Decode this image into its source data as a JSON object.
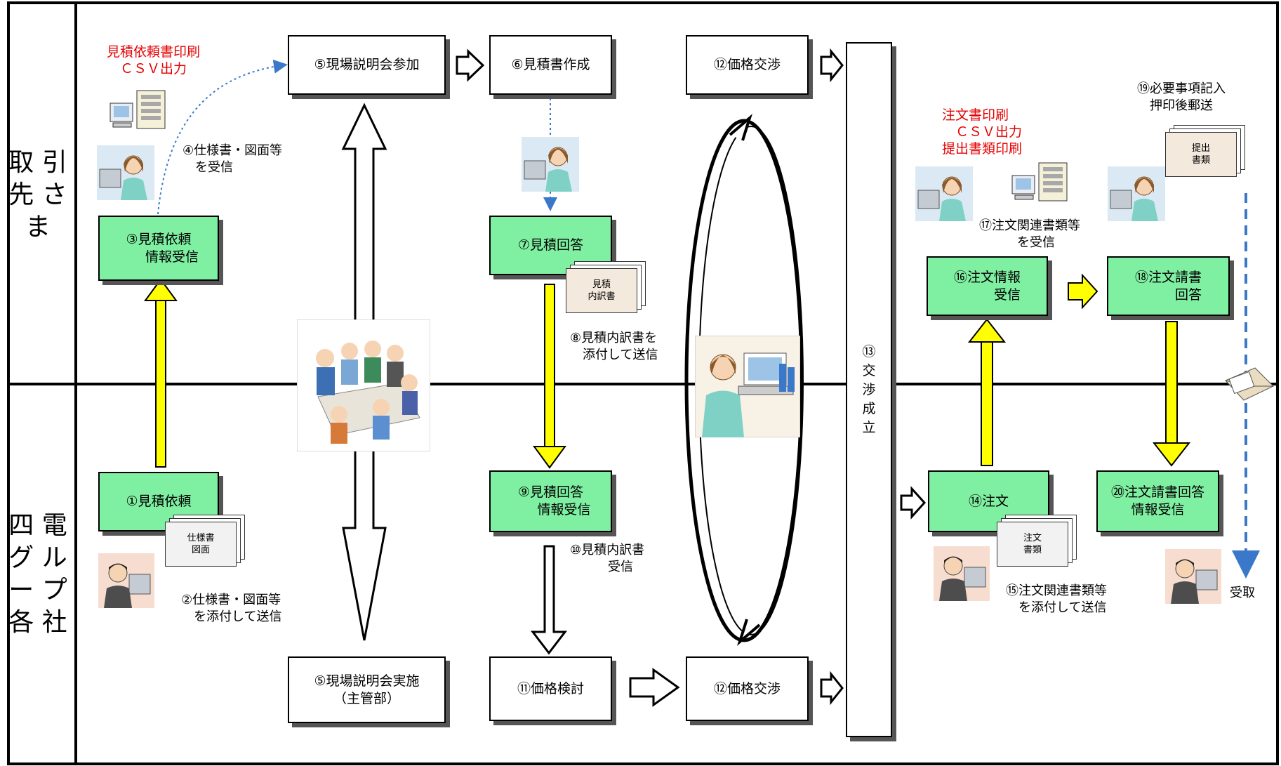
{
  "lanes": {
    "top": "取\n引\n先\nさ\nま",
    "bottom": "四\n電\nグ\nル\nー\nプ\n各\n社"
  },
  "boxes": {
    "b1": "①見積依頼",
    "b3": "③見積依頼\n　　情報受信",
    "b5_top": "⑤現場説明会参加",
    "b5_bottom": "⑤現場説明会実施\n（主管部）",
    "b6": "⑥見積書作成",
    "b7": "⑦見積回答",
    "b9": "⑨見積回答\n　　情報受信",
    "b11": "⑪価格検討",
    "b12_top": "⑫価格交渉",
    "b12_bottom": "⑫価格交渉",
    "b13": "⑬\n交\n渉\n成\n立",
    "b14": "⑭注文",
    "b16": "⑯注文情報\n　　　受信",
    "b18": "⑱注文請書\n　　　回答",
    "b20": "⑳注文請書回答\n情報受信"
  },
  "labels": {
    "l2": "②仕様書・図面等\n　を添付して送信",
    "l4": "④仕様書・図面等\n　を受信",
    "l8": "⑧見積内訳書を\n　添付して送信",
    "l10": "⑩見積内訳書\n　　　受信",
    "l15": "⑮注文関連書類等\n　を添付して送信",
    "l17": "⑰注文関連書類等\n　　　を受信",
    "l19": "⑲必要事項記入\n　押印後郵送",
    "receive": "受取"
  },
  "red_labels": {
    "estimate_print": "見積依頼書印刷\n　ＣＳＶ出力",
    "order_print": "注文書印刷\n　ＣＳＶ出力\n提出書類印刷"
  },
  "docs": {
    "spec": "仕様書\n図面",
    "estimate_detail": "見積\n内訳書",
    "order": "注文\n書類",
    "submit": "提出\n書類"
  },
  "colors": {
    "green_box": "#7ff0a2",
    "yellow_arrow": "#ffff00",
    "red_text": "#e60000",
    "blue_dotted": "#3a78c9"
  }
}
